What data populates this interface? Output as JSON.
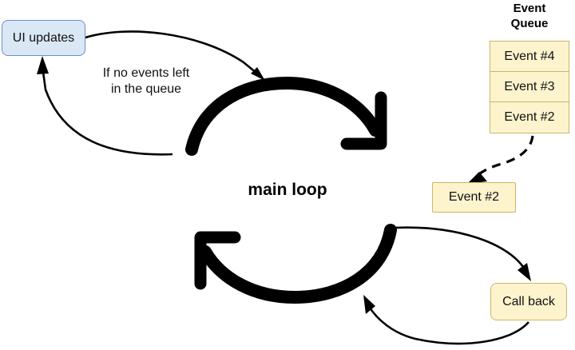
{
  "diagram": {
    "title_text": "main loop",
    "nodes": {
      "ui_updates": {
        "label": "UI updates",
        "fill": "#dae8f6",
        "border": "#6b8fc4"
      },
      "event_queue_title": "Event\nQueue",
      "event_queue_title_line1": "Event",
      "event_queue_title_line2": "Queue",
      "queue_items": [
        "Event #4",
        "Event #3",
        "Event #2"
      ],
      "dequeued_event": {
        "label": "Event #2",
        "fill": "#fdf3cd",
        "border": "#cbb767"
      },
      "callback": {
        "label": "Call back",
        "fill": "#fdf3cd",
        "border": "#cbb767"
      }
    },
    "labels": {
      "condition_line1": "If no events left",
      "condition_line2": "in the queue"
    },
    "colors": {
      "arrow": "#000000",
      "blue_fill": "#dae8f6",
      "blue_border": "#6b8fc4",
      "yellow_fill": "#fdf3cd",
      "yellow_border": "#cbb767",
      "background": "#ffffff"
    },
    "edges": [
      {
        "name": "ui-to-loop",
        "style": "thin-solid",
        "from": "ui_updates",
        "to": "main-loop-top-arc"
      },
      {
        "name": "loop-to-ui",
        "style": "thin-solid",
        "from": "main-loop-top-arc",
        "to": "ui_updates"
      },
      {
        "name": "main-loop-top",
        "style": "thick-arc",
        "from": "loop-left",
        "to": "loop-right"
      },
      {
        "name": "main-loop-bottom",
        "style": "thick-arc",
        "from": "loop-right",
        "to": "loop-left"
      },
      {
        "name": "queue-to-event2",
        "style": "thin-dashed",
        "from": "queue_items",
        "to": "dequeued_event"
      },
      {
        "name": "loop-to-callback",
        "style": "thin-solid",
        "from": "main-loop-bottom-arc",
        "to": "callback"
      },
      {
        "name": "callback-to-loop",
        "style": "thin-solid",
        "from": "callback",
        "to": "main-loop-bottom-arc"
      }
    ]
  }
}
